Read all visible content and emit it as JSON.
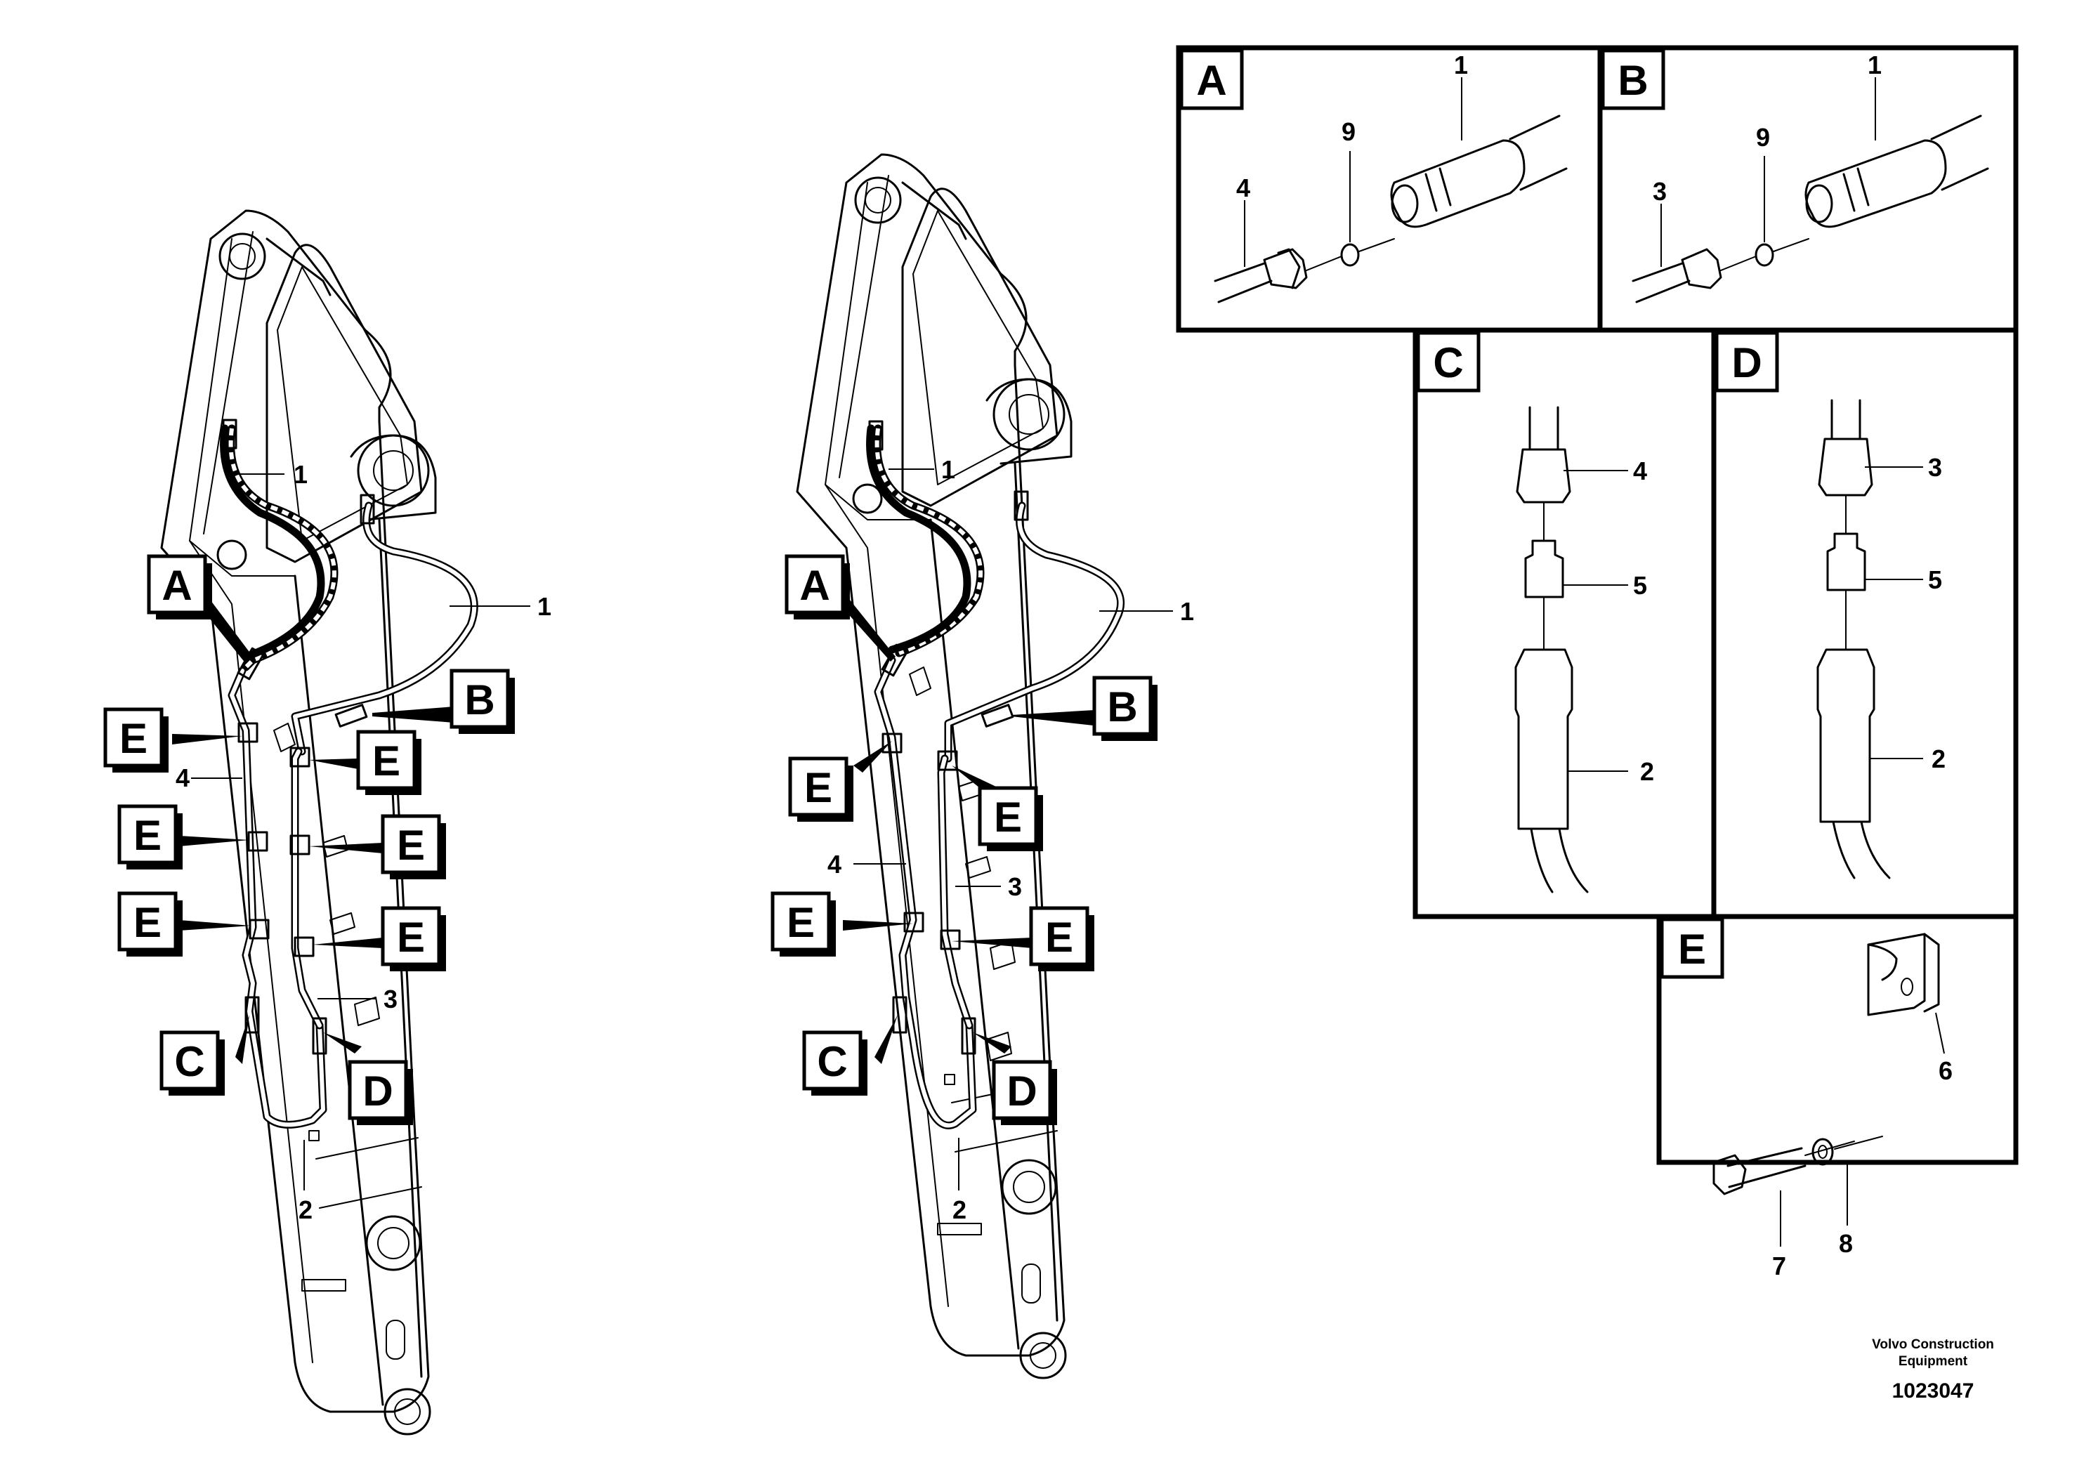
{
  "callouts": {
    "A": "A",
    "B": "B",
    "C": "C",
    "D": "D",
    "E": "E"
  },
  "parts": {
    "p1": "1",
    "p2": "2",
    "p3": "3",
    "p4": "4",
    "p5": "5",
    "p6": "6",
    "p7": "7",
    "p8": "8",
    "p9": "9"
  },
  "footer": {
    "brand_line1": "Volvo Construction",
    "brand_line2": "Equipment",
    "doc_number": "1023047"
  }
}
